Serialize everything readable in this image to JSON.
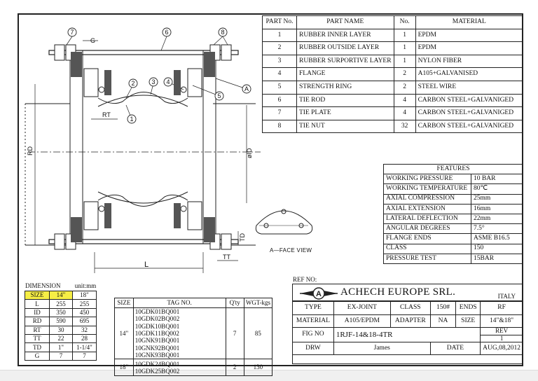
{
  "parts": {
    "headers": [
      "PART No.",
      "PART NAME",
      "No.",
      "MATERIAL"
    ],
    "rows": [
      [
        "1",
        "RUBBER INNER LAYER",
        "1",
        "EPDM"
      ],
      [
        "2",
        "RUBBER OUTSIDE LAYER",
        "1",
        "EPDM"
      ],
      [
        "3",
        "RUBBER SURPORTIVE LAYER",
        "1",
        "NYLON FIBER"
      ],
      [
        "4",
        "FLANGE",
        "2",
        "A105+GALVANISED"
      ],
      [
        "5",
        "STRENGTH RING",
        "2",
        "STEEL WIRE"
      ],
      [
        "6",
        "TIE ROD",
        "4",
        "CARBON STEEL+GALVANIGED"
      ],
      [
        "7",
        "TIE PLATE",
        "4",
        "CARBON STEEL+GALVANIGED"
      ],
      [
        "8",
        "TIE NUT",
        "32",
        "CARBON STEEL+GALVANIGED"
      ]
    ]
  },
  "features": {
    "title": "FEATURES",
    "rows": [
      [
        "WORKING PRESSURE",
        "10 BAR"
      ],
      [
        "WORKING TEMPERATURE",
        "80℃"
      ],
      [
        "AXIAL COMPRESSION",
        "25mm"
      ],
      [
        "AXIAL EXTENSION",
        "16mm"
      ],
      [
        "LATERAL DEFLECTION",
        "22mm"
      ],
      [
        "ANGULAR DEGREES",
        "7.5°"
      ],
      [
        "FLANGE ENDS",
        "ASME B16.5"
      ],
      [
        "CLASS",
        "150"
      ],
      [
        "PRESSURE TEST",
        "15BAR"
      ]
    ]
  },
  "dimension": {
    "caption": "DIMENSION",
    "unit": "unit:mm",
    "rows": [
      [
        "SIZE",
        "14\"",
        "18\""
      ],
      [
        "L",
        "255",
        "255"
      ],
      [
        "ID",
        "350",
        "450"
      ],
      [
        "RD",
        "590",
        "695"
      ],
      [
        "RT",
        "30",
        "32"
      ],
      [
        "TT",
        "22",
        "28"
      ],
      [
        "TD",
        "1\"",
        "1-1/4\""
      ],
      [
        "G",
        "7",
        "7"
      ]
    ]
  },
  "tags": {
    "headers": [
      "SIZE",
      "TAG NO.",
      "Q'ty",
      "WGT-kgs"
    ],
    "rows": [
      {
        "size": "14\"",
        "tag": "10GDK01BQ001 10GDK02BQ002 10GDK10BQ001 10GDK11BQ002 10GNK91BQ001 10GNK92BQ001 10GNK93BQ001",
        "qty": "7",
        "wgt": "85"
      },
      {
        "size": "18\"",
        "tag": "10GDK24BQ001 10GDK25BQ002",
        "qty": "2",
        "wgt": "130"
      }
    ]
  },
  "titleblock": {
    "ref_no": "REF NO:",
    "company": "ACHECH  EUROPE  SRL.",
    "country": "ITALY",
    "type_label": "TYPE",
    "type_value": "EX-JOINT",
    "class_label": "CLASS",
    "class_value": "150#",
    "ends_label": "ENDS",
    "ends_value": "RF",
    "material_label": "MATERIAL",
    "material_value": "A105/EPDM",
    "adapter_label": "ADAPTER",
    "adapter_value": "NA",
    "size_label": "SIZE",
    "size_value": "14\"&18\"",
    "fig_label": "FIG NO",
    "fig_value": "1RJF-14&18-4TR",
    "rev_label": "REV",
    "rev_value": "1",
    "drw_label": "DRW",
    "drw_value": "James",
    "date_label": "DATE",
    "date_value": "AUG,08,2012"
  },
  "drawing": {
    "callouts": [
      "7",
      "6",
      "8",
      "2",
      "3",
      "4",
      "5",
      "1",
      "A"
    ],
    "labels": {
      "g": "G",
      "rt": "RT",
      "rd": "RD",
      "id": "øID",
      "l": "L",
      "td": "TD",
      "tt": "TT"
    },
    "a_face_view": "A—FACE  VIEW"
  }
}
